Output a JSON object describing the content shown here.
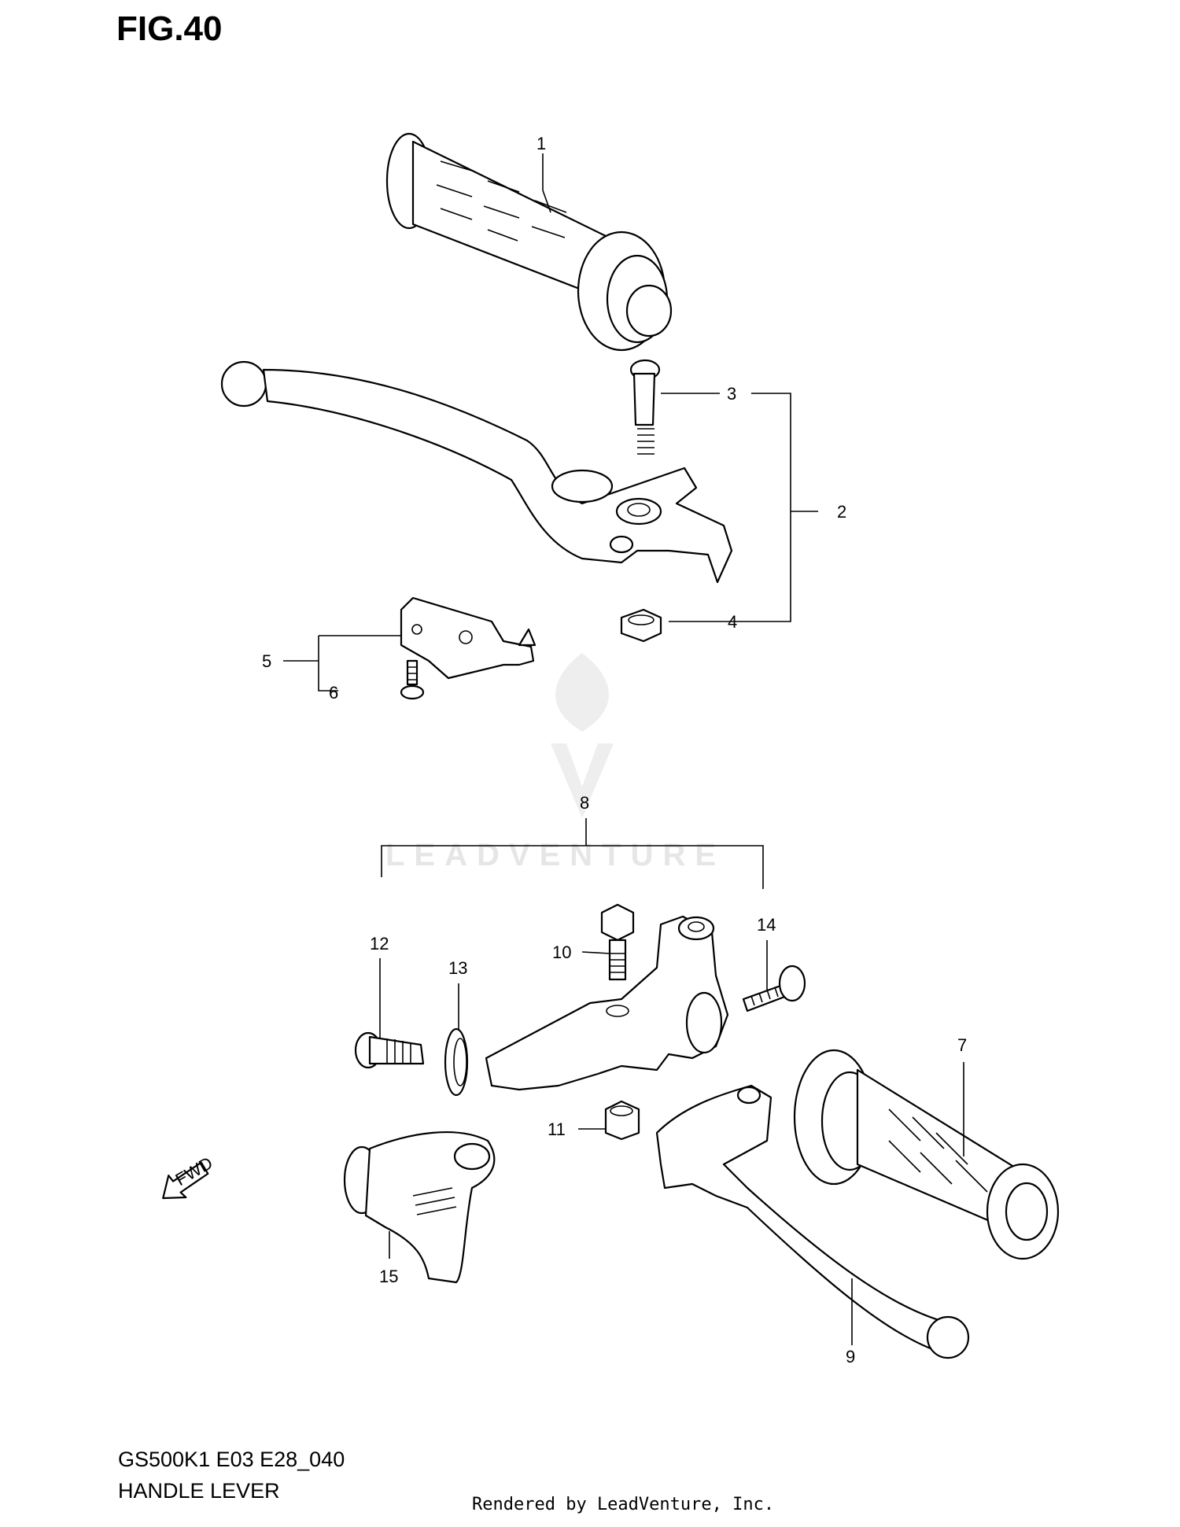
{
  "figure": {
    "title": "FIG.40"
  },
  "callouts": [
    "1",
    "2",
    "3",
    "4",
    "5",
    "6",
    "7",
    "8",
    "9",
    "10",
    "11",
    "12",
    "13",
    "14",
    "15"
  ],
  "fwd_label": "FWD",
  "watermark": {
    "brand": "LEADVENTURE"
  },
  "footer": {
    "model_code": "GS500K1 E03 E28_040",
    "section_name": "HANDLE LEVER",
    "rendered_by": "Rendered by LeadVenture, Inc."
  }
}
